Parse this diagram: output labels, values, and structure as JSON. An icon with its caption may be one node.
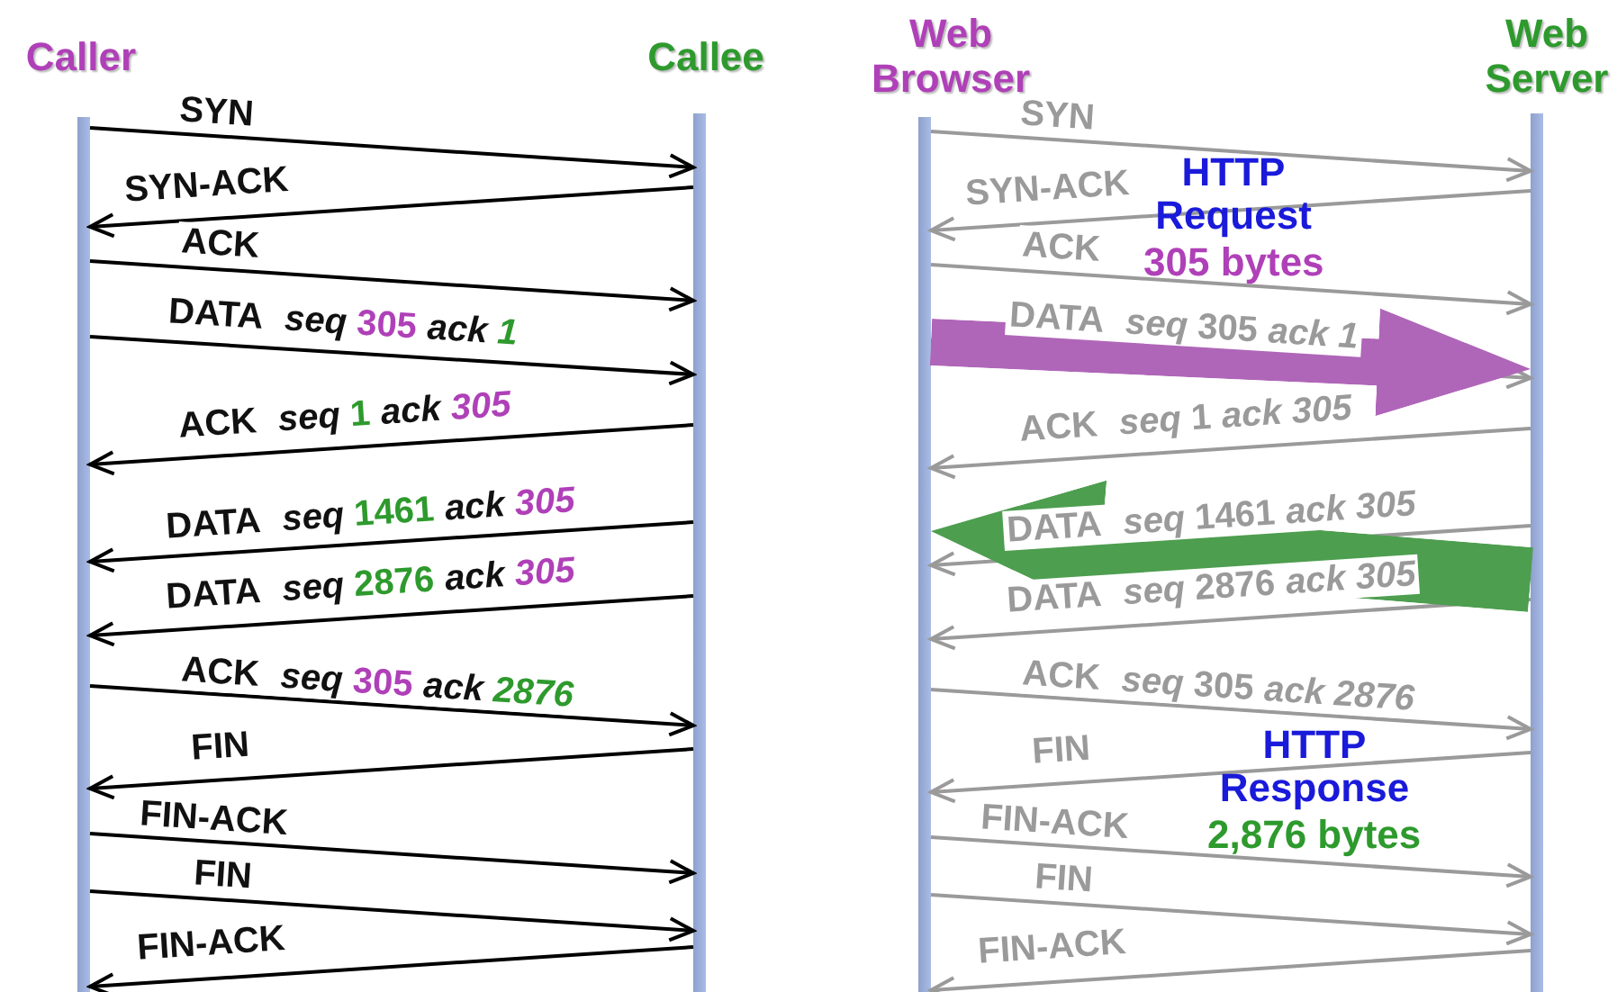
{
  "diagram": {
    "nodes": [
      {
        "text": [
          "Caller"
        ]
      },
      {
        "text": [
          "Callee"
        ]
      },
      {
        "text": [
          "Web Browser"
        ]
      },
      {
        "text": [
          "Web Server"
        ]
      }
    ],
    "edges": [
      {
        "from": 0,
        "to": 1,
        "arrow": "to",
        "label": "SYN"
      },
      {
        "from": 1,
        "to": 0,
        "arrow": "to",
        "label": "SYN-ACK"
      },
      {
        "from": 0,
        "to": 1,
        "arrow": "to",
        "label": "ACK"
      },
      {
        "from": 0,
        "to": 1,
        "arrow": "to",
        "label": "DATA seq 305 ack 1"
      },
      {
        "from": 1,
        "to": 0,
        "arrow": "to",
        "label": "ACK seq 1 ack 305"
      },
      {
        "from": 1,
        "to": 0,
        "arrow": "to",
        "label": "DATA seq 1461 ack 305"
      },
      {
        "from": 1,
        "to": 0,
        "arrow": "to",
        "label": "DATA seq 2876 ack 305"
      },
      {
        "from": 0,
        "to": 1,
        "arrow": "to",
        "label": "ACK seq 305 ack 2876"
      },
      {
        "from": 1,
        "to": 0,
        "arrow": "to",
        "label": "FIN"
      },
      {
        "from": 0,
        "to": 1,
        "arrow": "to",
        "label": "FIN-ACK"
      },
      {
        "from": 0,
        "to": 1,
        "arrow": "to",
        "label": "FIN"
      },
      {
        "from": 1,
        "to": 0,
        "arrow": "to",
        "label": "FIN-ACK"
      },
      {
        "from": 2,
        "to": 3,
        "arrow": "to",
        "label": "SYN",
        "color": "#9a9a9a"
      },
      {
        "from": 3,
        "to": 2,
        "arrow": "to",
        "label": "SYN-ACK",
        "color": "#9a9a9a"
      },
      {
        "from": 2,
        "to": 3,
        "arrow": "to",
        "label": "ACK",
        "color": "#9a9a9a"
      },
      {
        "from": 2,
        "to": 3,
        "arrow": "to",
        "label": "DATA seq 305 ack 1",
        "color": "#9a9a9a"
      },
      {
        "from": 3,
        "to": 2,
        "arrow": "to",
        "label": "ACK seq 1 ack 305",
        "color": "#9a9a9a"
      },
      {
        "from": 3,
        "to": 2,
        "arrow": "to",
        "label": "DATA seq 1461 ack 305",
        "color": "#9a9a9a"
      },
      {
        "from": 3,
        "to": 2,
        "arrow": "to",
        "label": "DATA seq 2876 ack 305",
        "color": "#9a9a9a"
      },
      {
        "from": 2,
        "to": 3,
        "arrow": "to",
        "label": "ACK seq 305 ack 2876",
        "color": "#9a9a9a"
      },
      {
        "from": 3,
        "to": 2,
        "arrow": "to",
        "label": "FIN",
        "color": "#9a9a9a"
      },
      {
        "from": 2,
        "to": 3,
        "arrow": "to",
        "label": "FIN-ACK",
        "color": "#9a9a9a"
      },
      {
        "from": 2,
        "to": 3,
        "arrow": "to",
        "label": "FIN",
        "color": "#9a9a9a"
      },
      {
        "from": 3,
        "to": 2,
        "arrow": "to",
        "label": "FIN-ACK",
        "color": "#9a9a9a"
      },
      {
        "from": 2,
        "to": 3,
        "arrow": "to",
        "style": "thick",
        "color": "#b066b8"
      },
      {
        "from": 3,
        "to": 2,
        "arrow": "to",
        "style": "thick",
        "color": "#4e9e50"
      }
    ],
    "labels": [
      "HTTP Request",
      "305 bytes",
      "HTTP Response",
      "2,876 bytes"
    ]
  }
}
